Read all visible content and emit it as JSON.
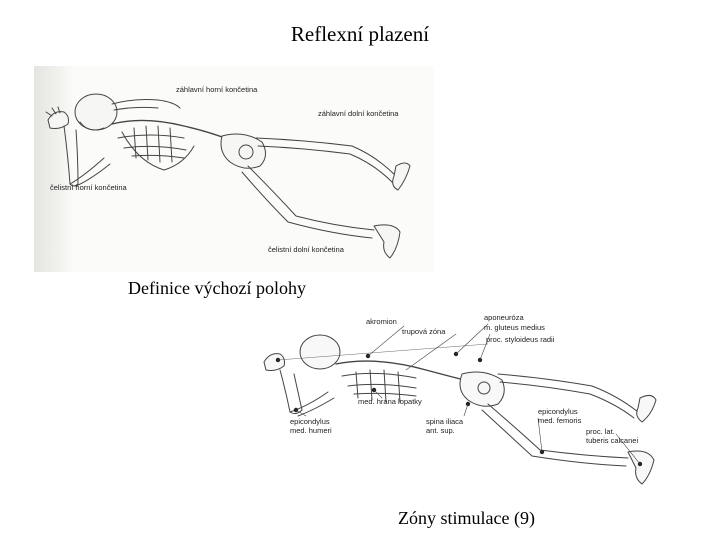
{
  "title": "Reflexní plazení",
  "figure1": {
    "labels": {
      "head_upper": "záhlavní horní končetina",
      "head_lower": "záhlavní dolní končetina",
      "face_upper": "čelistní horní končetina",
      "face_lower": "čelistní dolní končetina"
    }
  },
  "caption1": "Definice výchozí polohy",
  "figure2": {
    "labels": {
      "akromion": "akromion",
      "trupova": "trupová zóna",
      "aponeuroza": "aponeuróza",
      "gluteus": "m. gluteus medius",
      "styloideus": "proc. styloideus radii",
      "margo": "med. hrana lopatky",
      "epi_humeri_1": "epicondylus",
      "epi_humeri_2": "med. humeri",
      "spina_1": "spina iliaca",
      "spina_2": "ant. sup.",
      "epi_femoris_1": "epicondylus",
      "epi_femoris_2": "med. femoris",
      "calcanei_1": "proc. lat.",
      "calcanei_2": "tuberis calcanei"
    }
  },
  "caption2": "Zóny stimulace (9)"
}
